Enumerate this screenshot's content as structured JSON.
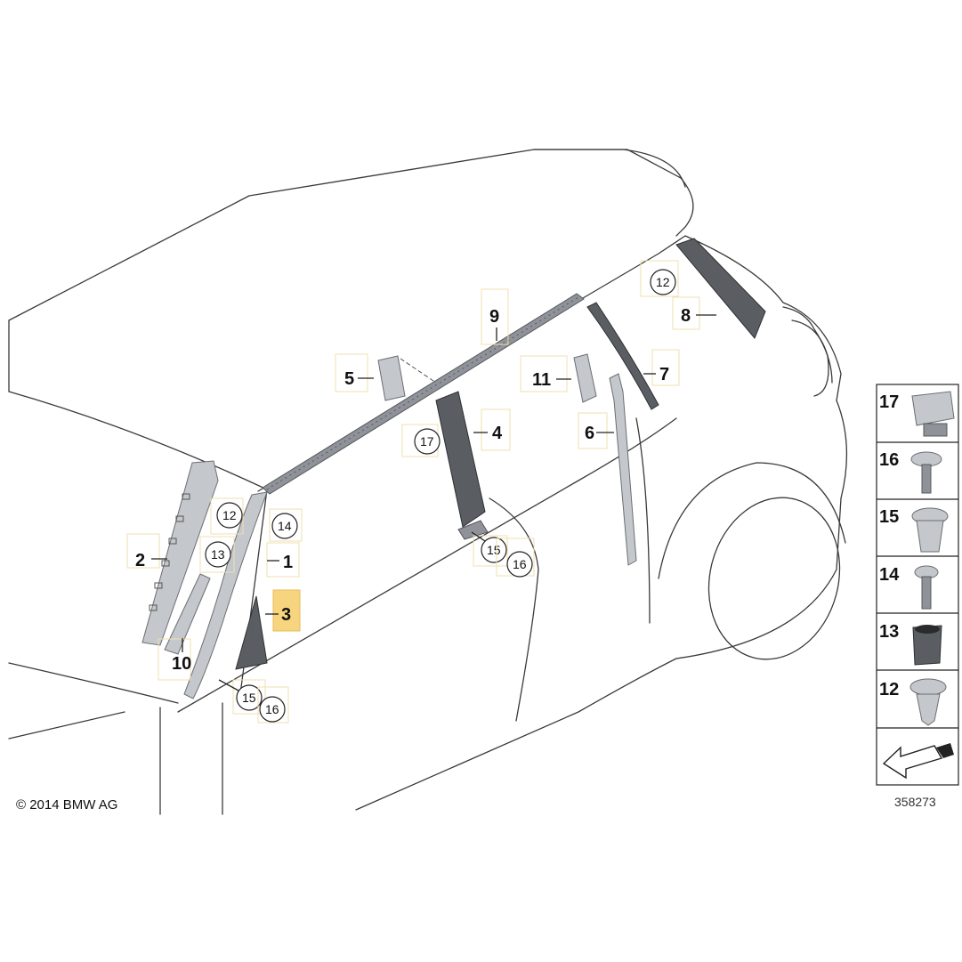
{
  "callouts": {
    "c1": "1",
    "c2": "2",
    "c3": "3",
    "c4": "4",
    "c5": "5",
    "c6": "6",
    "c7": "7",
    "c8": "8",
    "c9": "9",
    "c10": "10",
    "c11": "11"
  },
  "circled": {
    "c12a": "12",
    "c12b": "12",
    "c13": "13",
    "c14": "14",
    "c15a": "15",
    "c15b": "15",
    "c16a": "16",
    "c16b": "16",
    "c17": "17"
  },
  "legend": {
    "items": [
      "17",
      "16",
      "15",
      "14",
      "13",
      "12"
    ]
  },
  "copyright": "© 2014 BMW AG",
  "diagram_number": "358273",
  "colors": {
    "highlight": "#f7d57e",
    "part_dark": "#5a5d62",
    "part_light": "#c4c7cb"
  }
}
